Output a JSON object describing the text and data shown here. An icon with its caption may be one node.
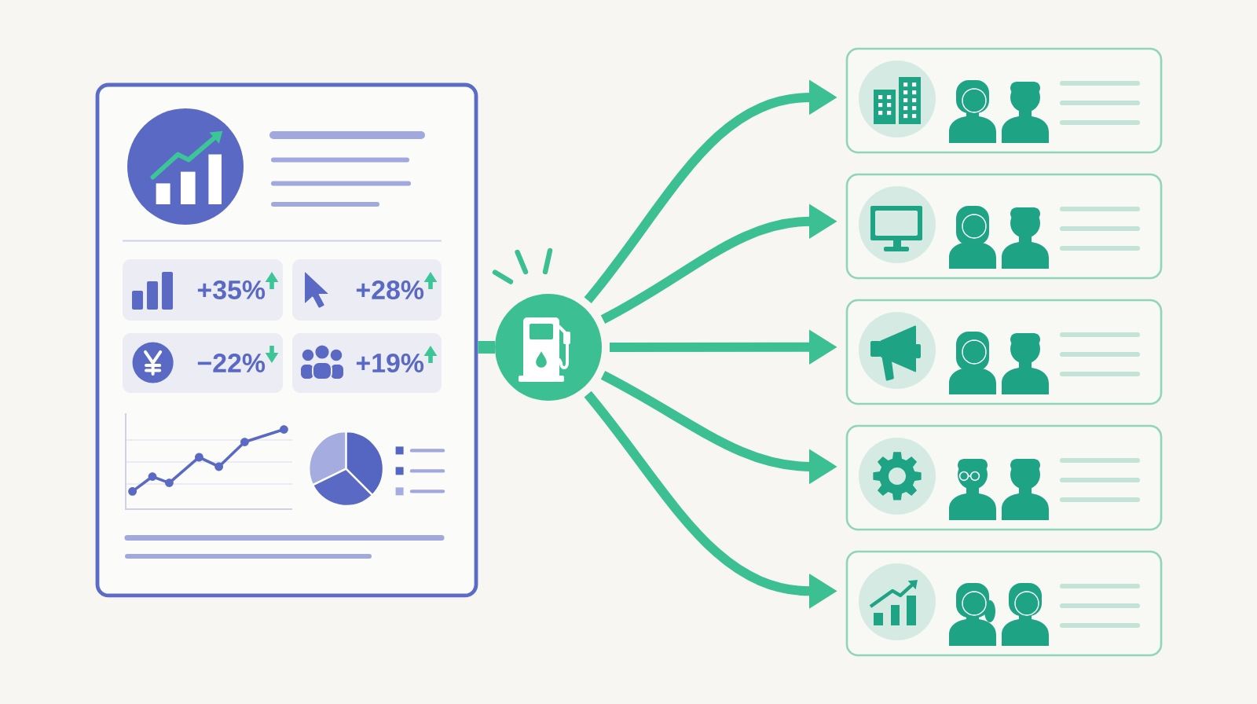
{
  "diagram": {
    "nodes": [
      {
        "text": [],
        "shape": "box"
      },
      {
        "text": [
          "+35%"
        ],
        "in": 0
      },
      {
        "text": [
          "+28%"
        ],
        "in": 0
      },
      {
        "text": [
          "−22%"
        ],
        "in": 0
      },
      {
        "text": [
          "+19%"
        ],
        "in": 0
      },
      {
        "text": [],
        "shape": "circle"
      },
      {
        "text": [],
        "shape": "box"
      },
      {
        "text": [],
        "shape": "box"
      },
      {
        "text": [],
        "shape": "box"
      },
      {
        "text": [],
        "shape": "box"
      },
      {
        "text": [],
        "shape": "box"
      }
    ],
    "edges": [
      {
        "from": 0,
        "to": 5,
        "arrow": "none"
      },
      {
        "from": 5,
        "to": 6,
        "arrow": "to"
      },
      {
        "from": 5,
        "to": 7,
        "arrow": "to"
      },
      {
        "from": 5,
        "to": 8,
        "arrow": "to"
      },
      {
        "from": 5,
        "to": 9,
        "arrow": "to"
      },
      {
        "from": 5,
        "to": 10,
        "arrow": "to"
      }
    ]
  }
}
